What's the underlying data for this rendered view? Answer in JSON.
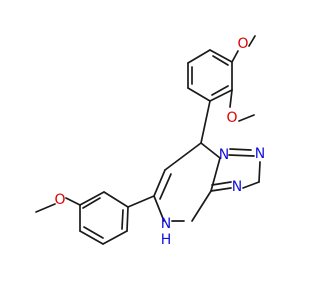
{
  "molecule": {
    "colors": {
      "bond": "#1a1a1a",
      "oxygen": "#e00000",
      "nitrogen": "#1010e0",
      "background": "#ffffff"
    },
    "labels": {
      "o_top": "O",
      "o_mid": "O",
      "o_left": "O",
      "n_tr1": "N",
      "n_tr2": "N",
      "n_tr3": "N",
      "n_h": "N",
      "h_nh": "H"
    }
  }
}
